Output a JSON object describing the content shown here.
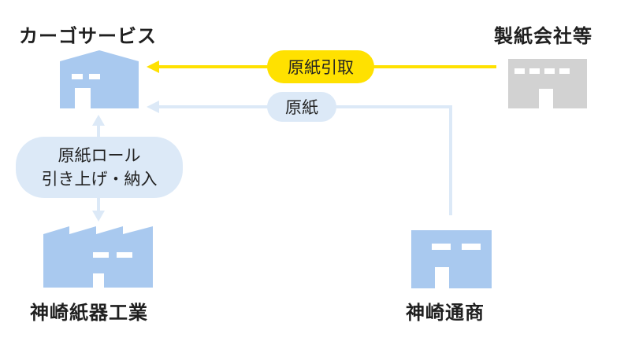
{
  "nodes": {
    "cargo": "カーゴサービス",
    "paper_company": "製紙会社等",
    "kanzaki_shigyo": "神崎紙器工業",
    "kanzaki_tsusho": "神崎通商"
  },
  "flows": {
    "pickup": "原紙引取",
    "paper": "原紙",
    "roll_line1": "原紙ロール",
    "roll_line2": "引き上げ・納入"
  },
  "colors": {
    "building_blue": "#a9c9ef",
    "building_gray": "#d2d2d2",
    "arrow_yellow": "#ffe100",
    "arrow_blue": "#dce9f7"
  }
}
